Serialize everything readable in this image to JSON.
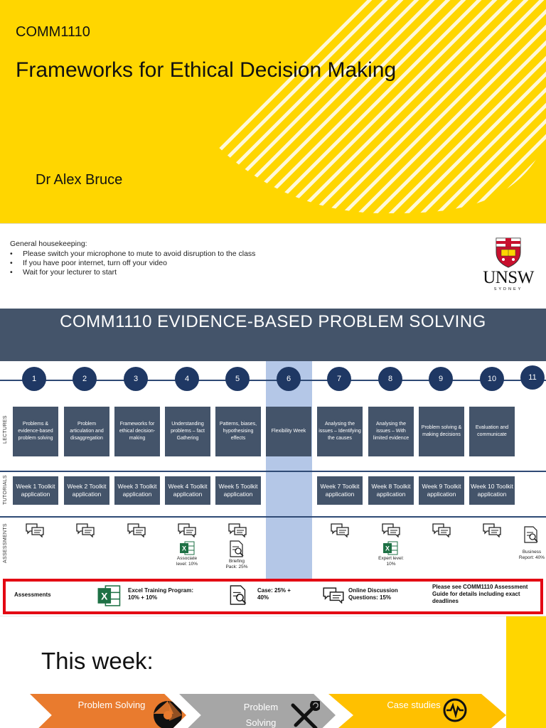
{
  "slide1": {
    "course_code": "COMM1110",
    "title": "Frameworks for Ethical Decision Making",
    "presenter": "Dr Alex Bruce"
  },
  "slide2": {
    "heading": "General housekeeping:",
    "items": [
      "Please switch your microphone to mute to avoid disruption to the class",
      "If you have poor internet, turn off your video",
      "Wait for your lecturer to start"
    ],
    "logo_word": "UNSW",
    "logo_sub": "SYDNEY"
  },
  "slide3": {
    "title": "COMM1110 EVIDENCE-BASED PROBLEM SOLVING",
    "row_labels": {
      "lectures": "LECTURES",
      "tutorials": "TUTORIALS",
      "assessments": "ASSESSMENTS"
    },
    "weeks": [
      "1",
      "2",
      "3",
      "4",
      "5",
      "6",
      "7",
      "8",
      "9",
      "10",
      "11"
    ],
    "lectures": [
      "Problems & evidence-based problem solving",
      "Problem articulation and disaggregation",
      "Frameworks for ethical decision-making",
      "Understanding problems – fact Gathering",
      "Patterns, biases, hypothesising effects",
      "Flexibility Week",
      "Analysing the issues – Identifying the causes",
      "Analysing the issues – With limited evidence",
      "Problem solving & making decisions",
      "Evaluation and communicate"
    ],
    "tutorials": [
      "Week 1 Toolkit application",
      "Week 2 Toolkit application",
      "Week 3 Toolkit application",
      "Week 4 Toolkit application",
      "Week 5 Toolkit application",
      "Week 7 Toolkit application",
      "Week 8 Toolkit application",
      "Week 9 Toolkit application",
      "Week 10 Toolkit application"
    ],
    "assessment_notes": {
      "associate": "Associate level: 10%",
      "briefing": "Briefing Pack: 25%",
      "expert": "Expert level: 10%",
      "business": "Business Report: 40%"
    },
    "summary": {
      "label": "Assessments",
      "excel": "Excel Training Program: 10% + 10%",
      "case": "Case: 25% + 40%",
      "discussion": "Online Discussion Questions: 15%",
      "note": "Please see COMM1110 Assessment Guide for details including exact deadlines"
    }
  },
  "slide4": {
    "heading": "This week:",
    "steps": [
      {
        "label": "Problem Solving",
        "color": "#E97B2E"
      },
      {
        "label": "Problem Solving",
        "color": "#A6A6A6"
      },
      {
        "label": "Case studies",
        "color": "#FFC000"
      }
    ]
  },
  "colors": {
    "brand_yellow": "#FFD600",
    "slate": "#44546A",
    "navy": "#1F3864",
    "flex_blue": "#B4C7E7",
    "alert_red": "#E30613",
    "excel_green": "#1E7145"
  }
}
